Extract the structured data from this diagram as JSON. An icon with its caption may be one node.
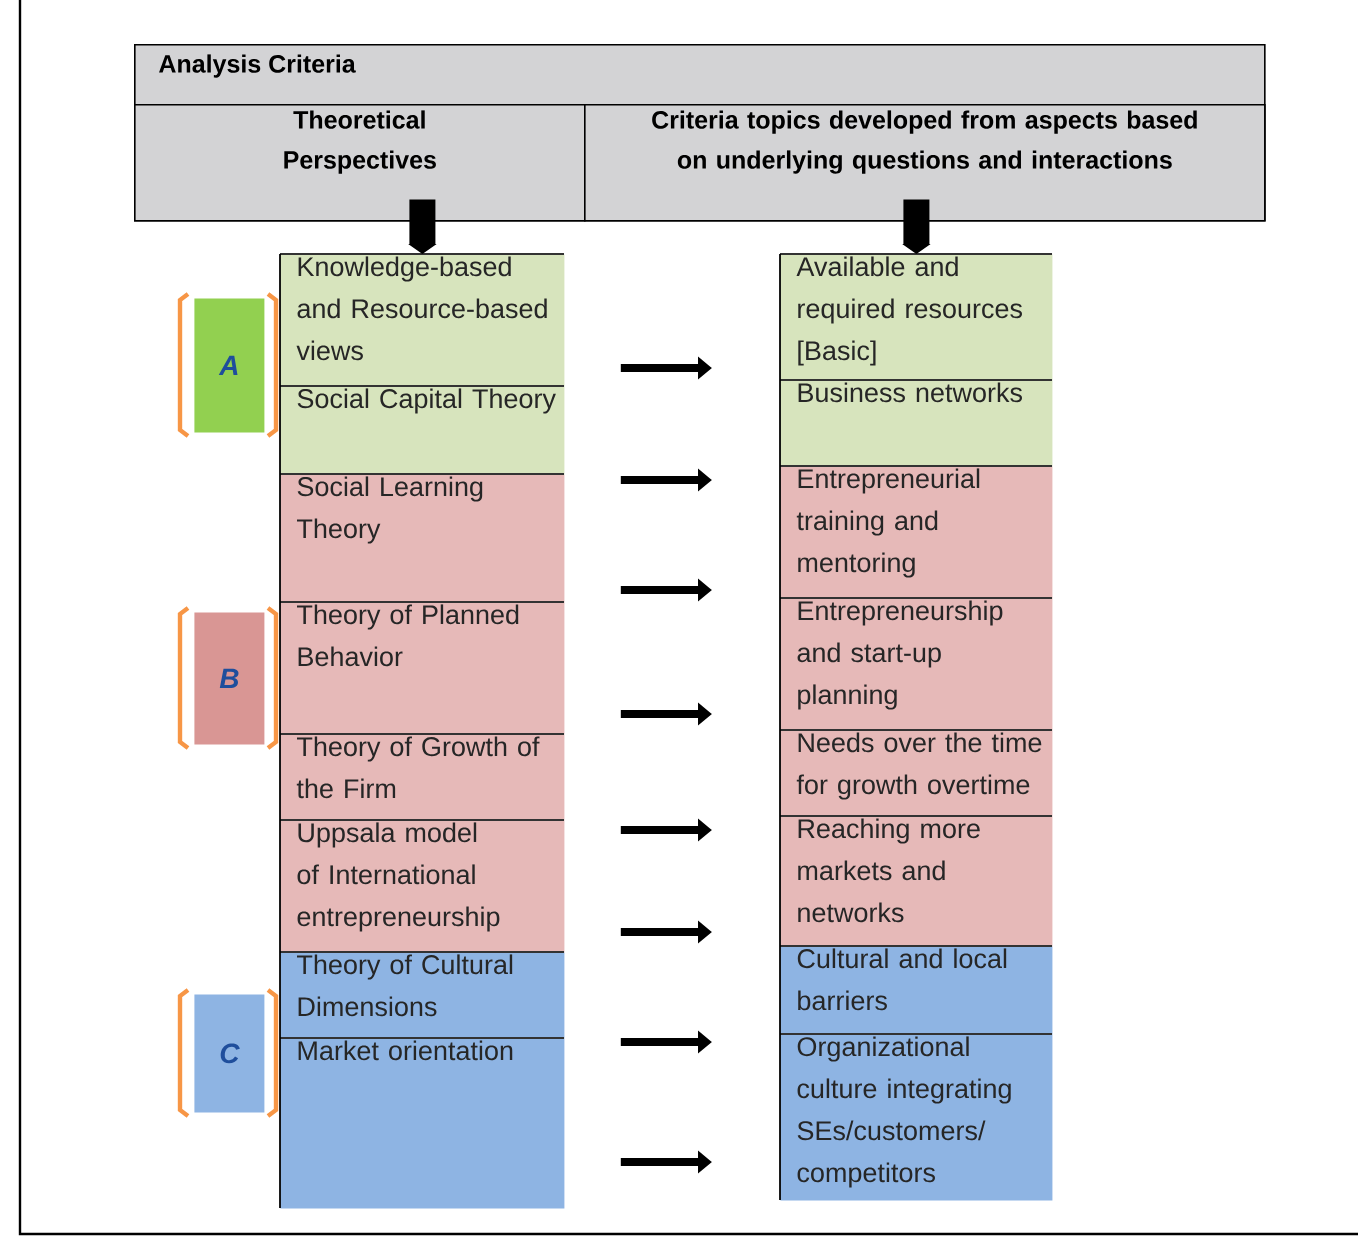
{
  "diagram": {
    "nodes": [
      {
        "text": [
          "Analysis Criteria"
        ]
      },
      {
        "text": [
          "Theoretical Perspectives"
        ],
        "in": 0
      },
      {
        "text": [
          "Criteria topics developed from aspects based on underlying questions and interactions"
        ],
        "in": 0
      },
      {
        "text": [
          "A"
        ]
      },
      {
        "text": [
          "B"
        ]
      },
      {
        "text": [
          "C"
        ]
      },
      {
        "text": [
          "Knowledge-based and Resource-based views"
        ]
      },
      {
        "text": [
          "Social Capital Theory"
        ]
      },
      {
        "text": [
          "Social Learning Theory"
        ]
      },
      {
        "text": [
          "Theory of Planned Behavior"
        ]
      },
      {
        "text": [
          "Theory of Growth of the Firm"
        ]
      },
      {
        "text": [
          "Uppsala model of International entrepreneurship"
        ]
      },
      {
        "text": [
          "Theory of Cultural Dimensions"
        ]
      },
      {
        "text": [
          "Market orientation"
        ]
      },
      {
        "text": [
          "Available and required resources [Basic]"
        ]
      },
      {
        "text": [
          "Business networks"
        ]
      },
      {
        "text": [
          "Entrepreneurial training and mentoring"
        ]
      },
      {
        "text": [
          "Entrepreneurship and start-up planning"
        ]
      },
      {
        "text": [
          "Needs over the time for growth overtime"
        ]
      },
      {
        "text": [
          "Reaching more markets and networks"
        ]
      },
      {
        "text": [
          "Cultural and local barriers"
        ]
      },
      {
        "text": [
          "Organizational culture integrating SEs/customers/ competitors"
        ]
      }
    ],
    "edges": [
      {
        "from": 1,
        "to": 6,
        "arrow": "to",
        "style": "thick"
      },
      {
        "from": 2,
        "to": 14,
        "arrow": "to",
        "style": "thick"
      },
      {
        "from": 6,
        "to": 14,
        "arrow": "to"
      },
      {
        "from": 8,
        "to": 16,
        "arrow": "to"
      },
      {
        "from": 8,
        "to": 17,
        "arrow": "to"
      },
      {
        "from": 9,
        "to": 17,
        "arrow": "to"
      },
      {
        "from": 10,
        "to": 18,
        "arrow": "to"
      },
      {
        "from": 11,
        "to": 19,
        "arrow": "to"
      },
      {
        "from": 12,
        "to": 21,
        "arrow": "to"
      },
      {
        "from": 13,
        "to": 21,
        "arrow": "to"
      }
    ]
  }
}
